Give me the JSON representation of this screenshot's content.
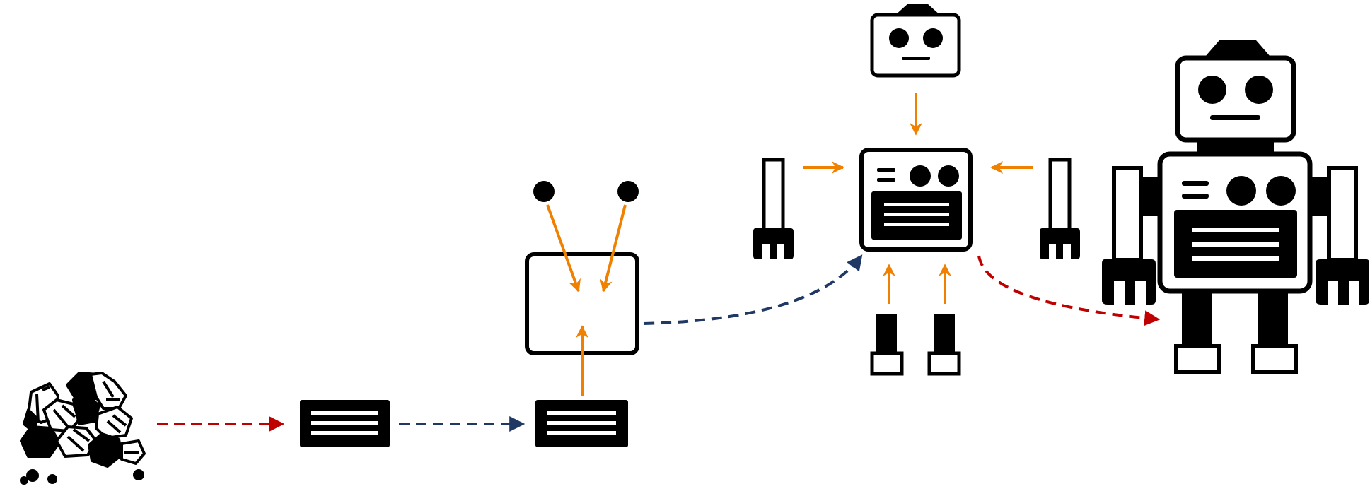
{
  "diagram": {
    "stages": [
      {
        "id": "raw-ore",
        "icon": "ore-rocks-icon"
      },
      {
        "id": "ingot-1",
        "icon": "metal-ingot-icon"
      },
      {
        "id": "ingot-2",
        "icon": "metal-ingot-icon"
      },
      {
        "id": "frame-assembly",
        "icon": "frame-box-icon"
      },
      {
        "id": "torso-assembly",
        "icon": "robot-torso-icon"
      },
      {
        "id": "finished-robot",
        "icon": "robot-icon"
      }
    ],
    "parts": [
      "robot-head-icon",
      "robot-arm-icon",
      "robot-leg-icon",
      "bolt-icon"
    ],
    "colors": {
      "process_arrow": "#c00000",
      "transfer_arrow": "#1f3864",
      "assembly_arrow": "#f08000",
      "ink": "#000000",
      "background": "#ffffff"
    }
  }
}
